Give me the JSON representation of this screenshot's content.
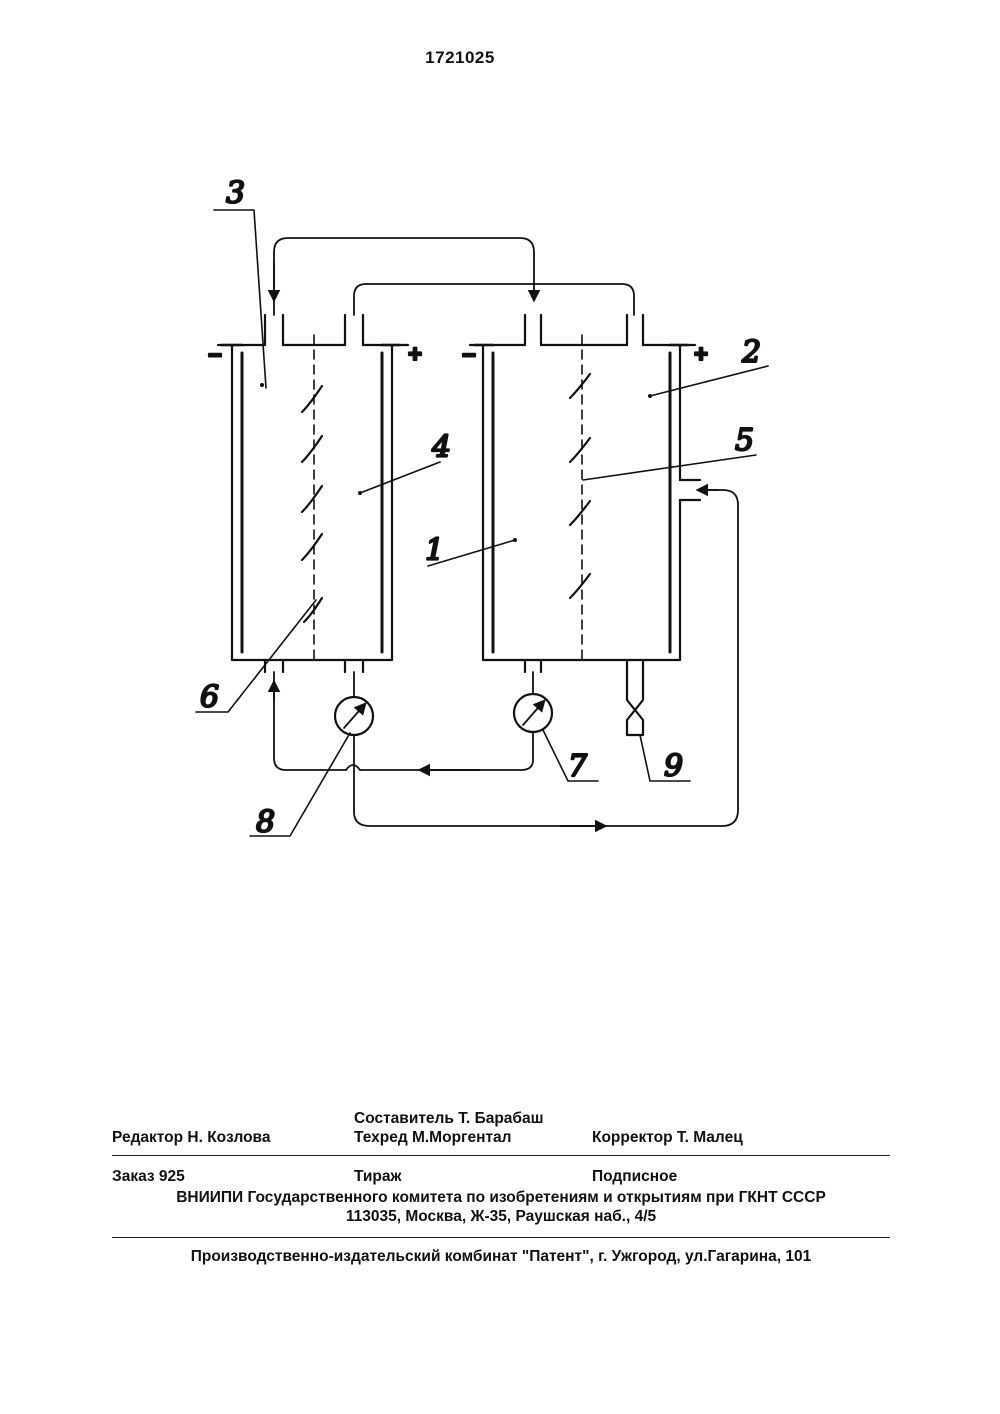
{
  "patent_number": "1721025",
  "figure": {
    "labels": [
      "3",
      "4",
      "6",
      "1",
      "5",
      "2",
      "7",
      "8",
      "9"
    ],
    "minus_symbol": "−",
    "plus_symbol": "+"
  },
  "imprint": {
    "editor": "Редактор  Н. Козлова",
    "compiler": "Составитель  Т. Барабаш",
    "techred": "Техред М.Моргентал",
    "corrector": "Корректор Т. Малец",
    "order": "Заказ  925",
    "circulation": "Тираж",
    "subscription": "Подписное",
    "org_line": "ВНИИПИ Государственного комитета по изобретениям и открытиям при ГКНТ СССР",
    "address_line": "113035, Москва, Ж-35, Раушская наб., 4/5",
    "printer_line": "Производственно-издательский комбинат \"Патент\", г. Ужгород, ул.Гагарина, 101"
  }
}
